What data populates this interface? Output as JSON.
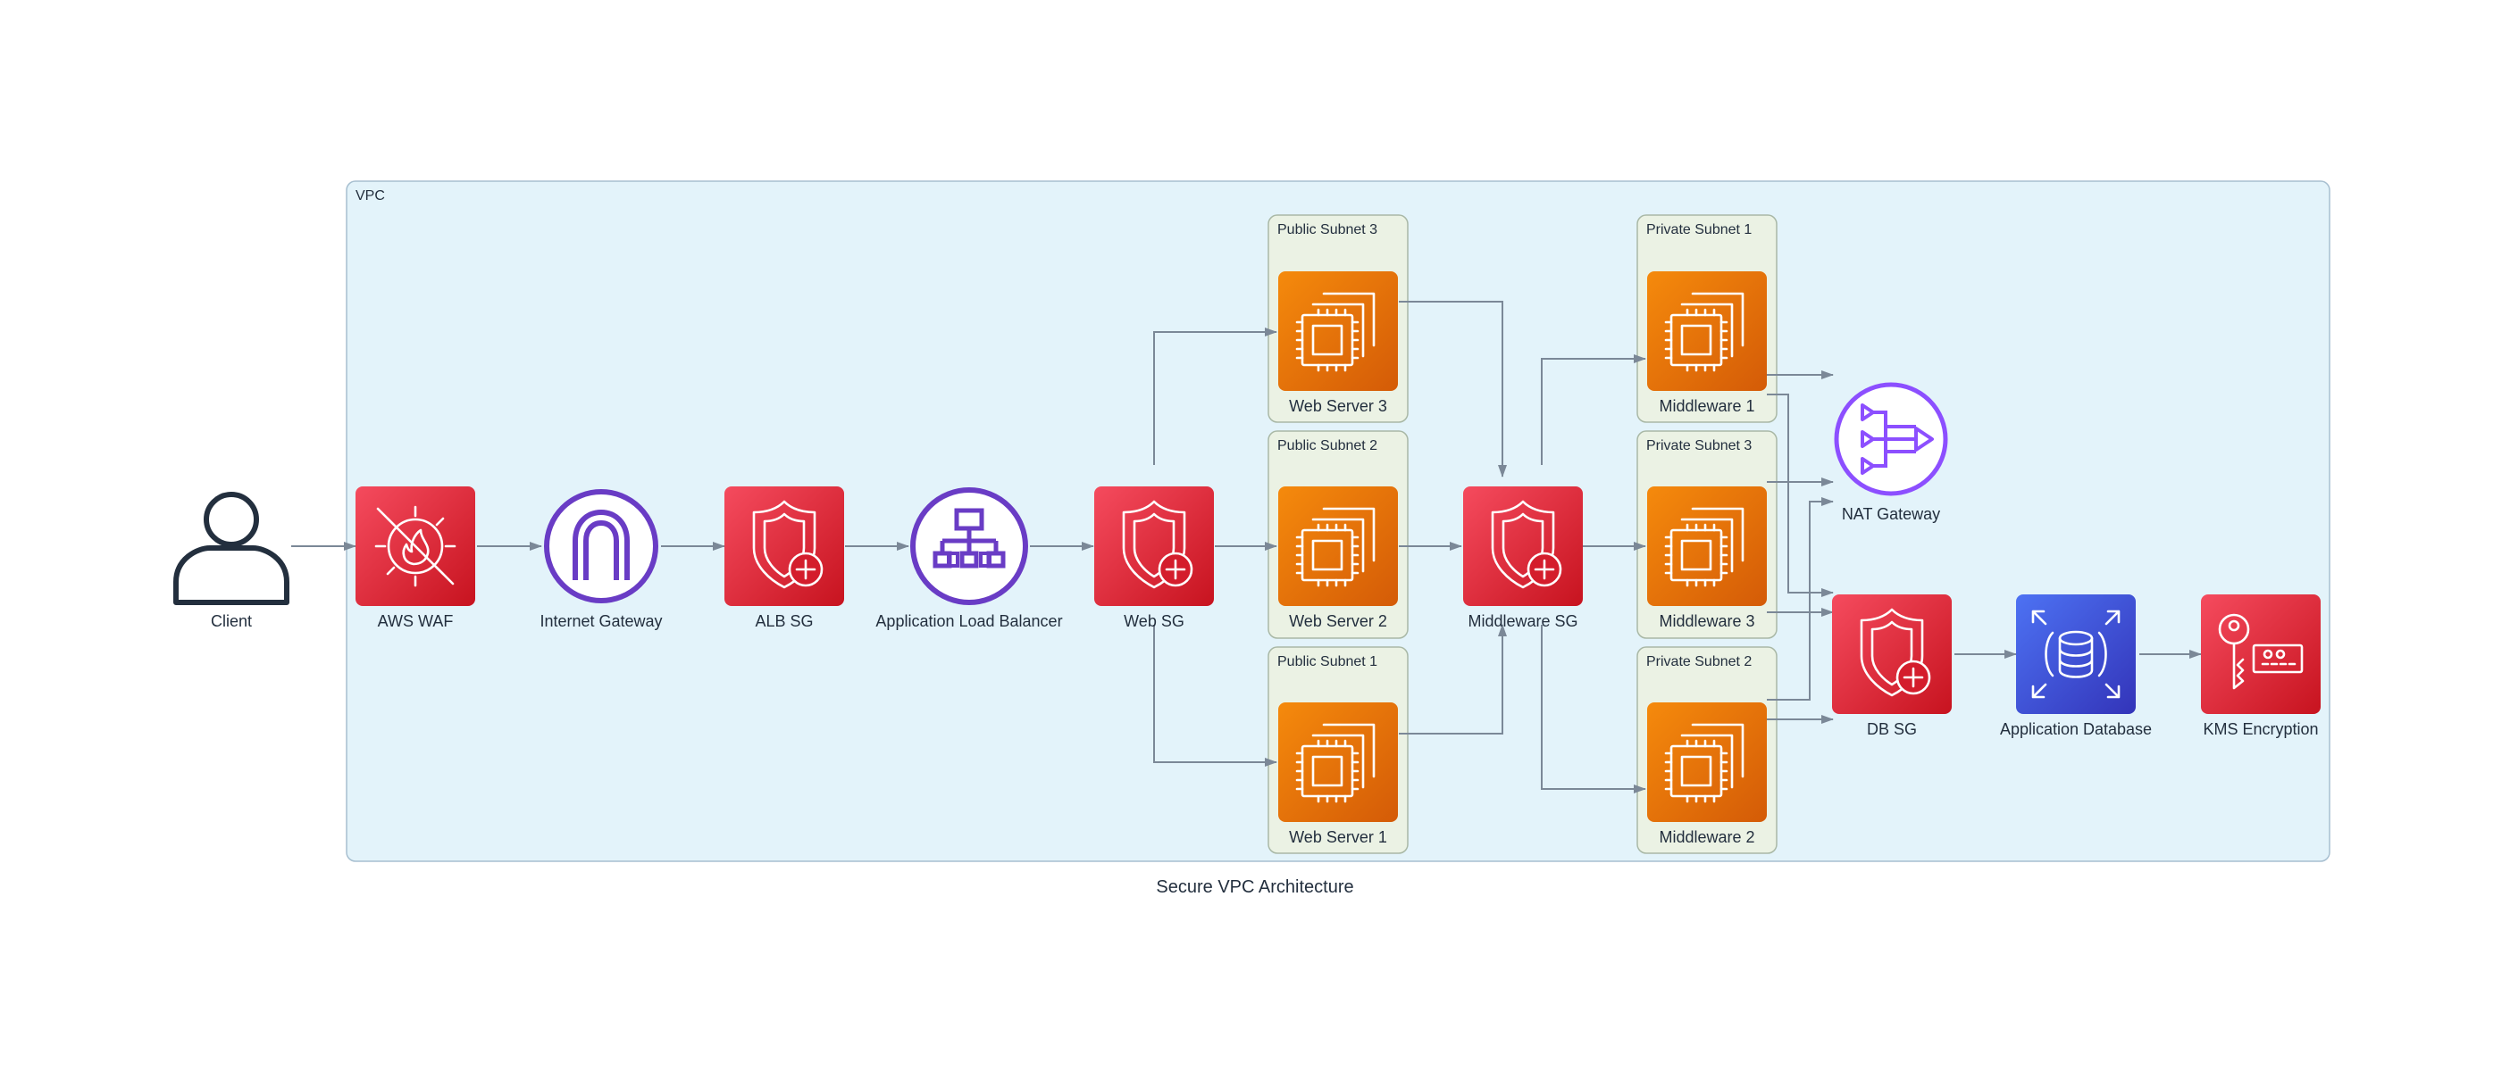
{
  "diagram_title": "Secure VPC Architecture",
  "colors": {
    "security_red_top": "#f54b5e",
    "security_red_bottom": "#c7131f",
    "compute_orange_top": "#f58a0c",
    "compute_orange_bottom": "#d45b07",
    "network_purple": "#8c4fff",
    "igw_purple": "#693cc5",
    "database_blue_top": "#4d72f3",
    "database_blue_bottom": "#3334b9",
    "vpc_fill": "#e3f3fa",
    "vpc_border": "#a7bfd0",
    "subnet_fill": "#ebf2e4",
    "edge_gray": "#7b8897"
  },
  "clusters": {
    "vpc": {
      "label": "VPC"
    },
    "public_subnet_3": {
      "label": "Public Subnet 3"
    },
    "public_subnet_2": {
      "label": "Public Subnet 2"
    },
    "public_subnet_1": {
      "label": "Public Subnet 1"
    },
    "private_subnet_1": {
      "label": "Private Subnet 1"
    },
    "private_subnet_3": {
      "label": "Private Subnet 3"
    },
    "private_subnet_2": {
      "label": "Private Subnet 2"
    }
  },
  "nodes": {
    "client": {
      "label": "Client",
      "icon": "user-icon"
    },
    "waf": {
      "label": "AWS WAF",
      "icon": "waf-icon"
    },
    "igw": {
      "label": "Internet Gateway",
      "icon": "internet-gateway-icon"
    },
    "alb_sg": {
      "label": "ALB SG",
      "icon": "shield-icon"
    },
    "alb": {
      "label": "Application Load Balancer",
      "icon": "load-balancer-icon"
    },
    "web_sg": {
      "label": "Web SG",
      "icon": "shield-icon"
    },
    "web3": {
      "label": "Web Server 3",
      "icon": "ec2-icon"
    },
    "web2": {
      "label": "Web Server 2",
      "icon": "ec2-icon"
    },
    "web1": {
      "label": "Web Server 1",
      "icon": "ec2-icon"
    },
    "mw_sg": {
      "label": "Middleware SG",
      "icon": "shield-icon"
    },
    "mw1": {
      "label": "Middleware 1",
      "icon": "ec2-icon"
    },
    "mw3": {
      "label": "Middleware 3",
      "icon": "ec2-icon"
    },
    "mw2": {
      "label": "Middleware 2",
      "icon": "ec2-icon"
    },
    "nat": {
      "label": "NAT Gateway",
      "icon": "nat-gateway-icon"
    },
    "db_sg": {
      "label": "DB SG",
      "icon": "shield-icon"
    },
    "db": {
      "label": "Application Database",
      "icon": "database-icon"
    },
    "kms": {
      "label": "KMS Encryption",
      "icon": "key-icon"
    }
  },
  "edges": [
    {
      "from": "client",
      "to": "waf"
    },
    {
      "from": "waf",
      "to": "igw"
    },
    {
      "from": "igw",
      "to": "alb_sg"
    },
    {
      "from": "alb_sg",
      "to": "alb"
    },
    {
      "from": "alb",
      "to": "web_sg"
    },
    {
      "from": "web_sg",
      "to": "web3"
    },
    {
      "from": "web_sg",
      "to": "web2"
    },
    {
      "from": "web_sg",
      "to": "web1"
    },
    {
      "from": "web3",
      "to": "mw_sg"
    },
    {
      "from": "web2",
      "to": "mw_sg"
    },
    {
      "from": "web1",
      "to": "mw_sg"
    },
    {
      "from": "mw_sg",
      "to": "mw1"
    },
    {
      "from": "mw_sg",
      "to": "mw3"
    },
    {
      "from": "mw_sg",
      "to": "mw2"
    },
    {
      "from": "mw1",
      "to": "nat"
    },
    {
      "from": "mw3",
      "to": "nat"
    },
    {
      "from": "mw2",
      "to": "nat"
    },
    {
      "from": "mw1",
      "to": "db_sg"
    },
    {
      "from": "mw3",
      "to": "db_sg"
    },
    {
      "from": "mw2",
      "to": "db_sg"
    },
    {
      "from": "db_sg",
      "to": "db"
    },
    {
      "from": "db",
      "to": "kms"
    }
  ]
}
